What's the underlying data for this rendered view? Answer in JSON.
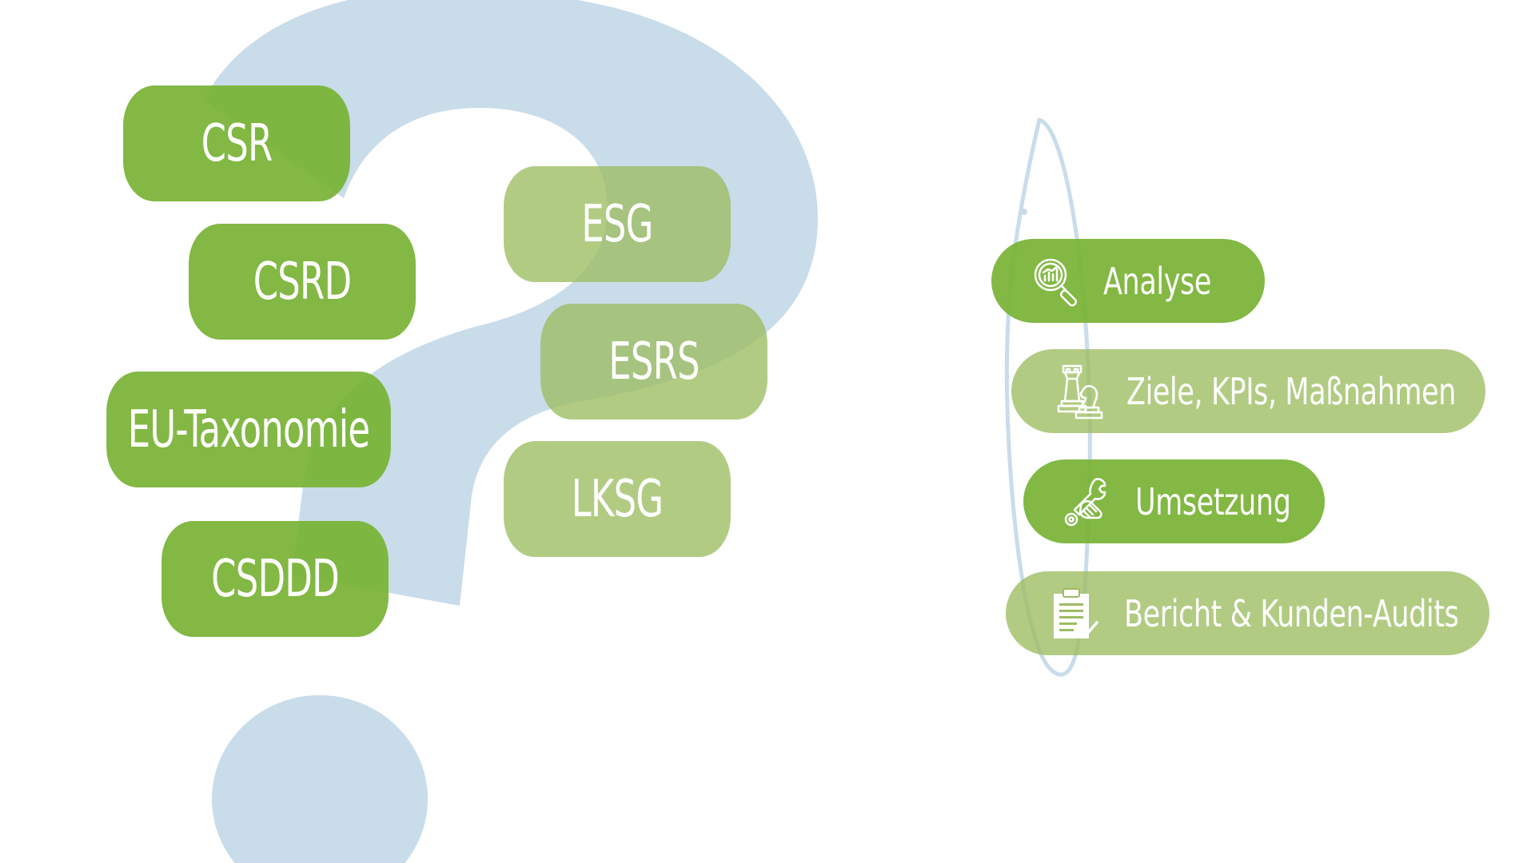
{
  "colors": {
    "green_strong": "#79b335",
    "green_light": "#9cbc60",
    "question_mark": "#c9dcea",
    "text": "#ffffff"
  },
  "background": {
    "icon": "question-mark-icon"
  },
  "terms": [
    {
      "label": "CSR",
      "style": "strong"
    },
    {
      "label": "CSRD",
      "style": "strong"
    },
    {
      "label": "EU-Taxonomie",
      "style": "strong"
    },
    {
      "label": "CSDDD",
      "style": "strong"
    },
    {
      "label": "ESG",
      "style": "light"
    },
    {
      "label": "ESRS",
      "style": "light"
    },
    {
      "label": "LKSG",
      "style": "light"
    }
  ],
  "steps": [
    {
      "label": "Analyse",
      "icon": "magnifier-chart-icon",
      "style": "strong"
    },
    {
      "label": "Ziele, KPIs, Maßnahmen",
      "icon": "chess-pieces-icon",
      "style": "light"
    },
    {
      "label": "Umsetzung",
      "icon": "hand-wrench-gear-icon",
      "style": "strong"
    },
    {
      "label": "Bericht & Kunden-Audits",
      "icon": "clipboard-icon",
      "style": "light"
    }
  ]
}
